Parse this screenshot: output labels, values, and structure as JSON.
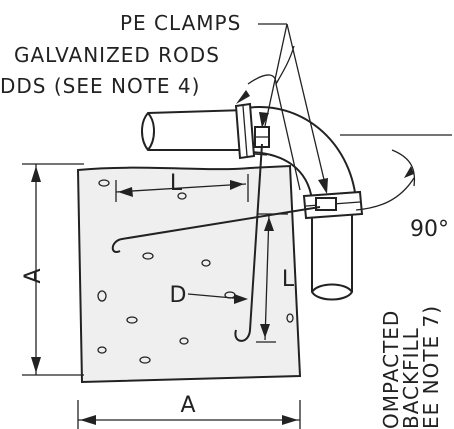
{
  "notes": {
    "line1": "PE CLAMPS",
    "line2": "GALVANIZED RODS",
    "line3": "DDS (SEE NOTE 4)"
  },
  "dimensions": {
    "a_left": "A",
    "a_bottom": "A",
    "l_top": "L",
    "l_right": "L",
    "d": "D"
  },
  "angle": "90°",
  "backfill": {
    "line1": "OMPACTED",
    "line2": "BACKFILL",
    "line3": "EE NOTE 7)"
  }
}
